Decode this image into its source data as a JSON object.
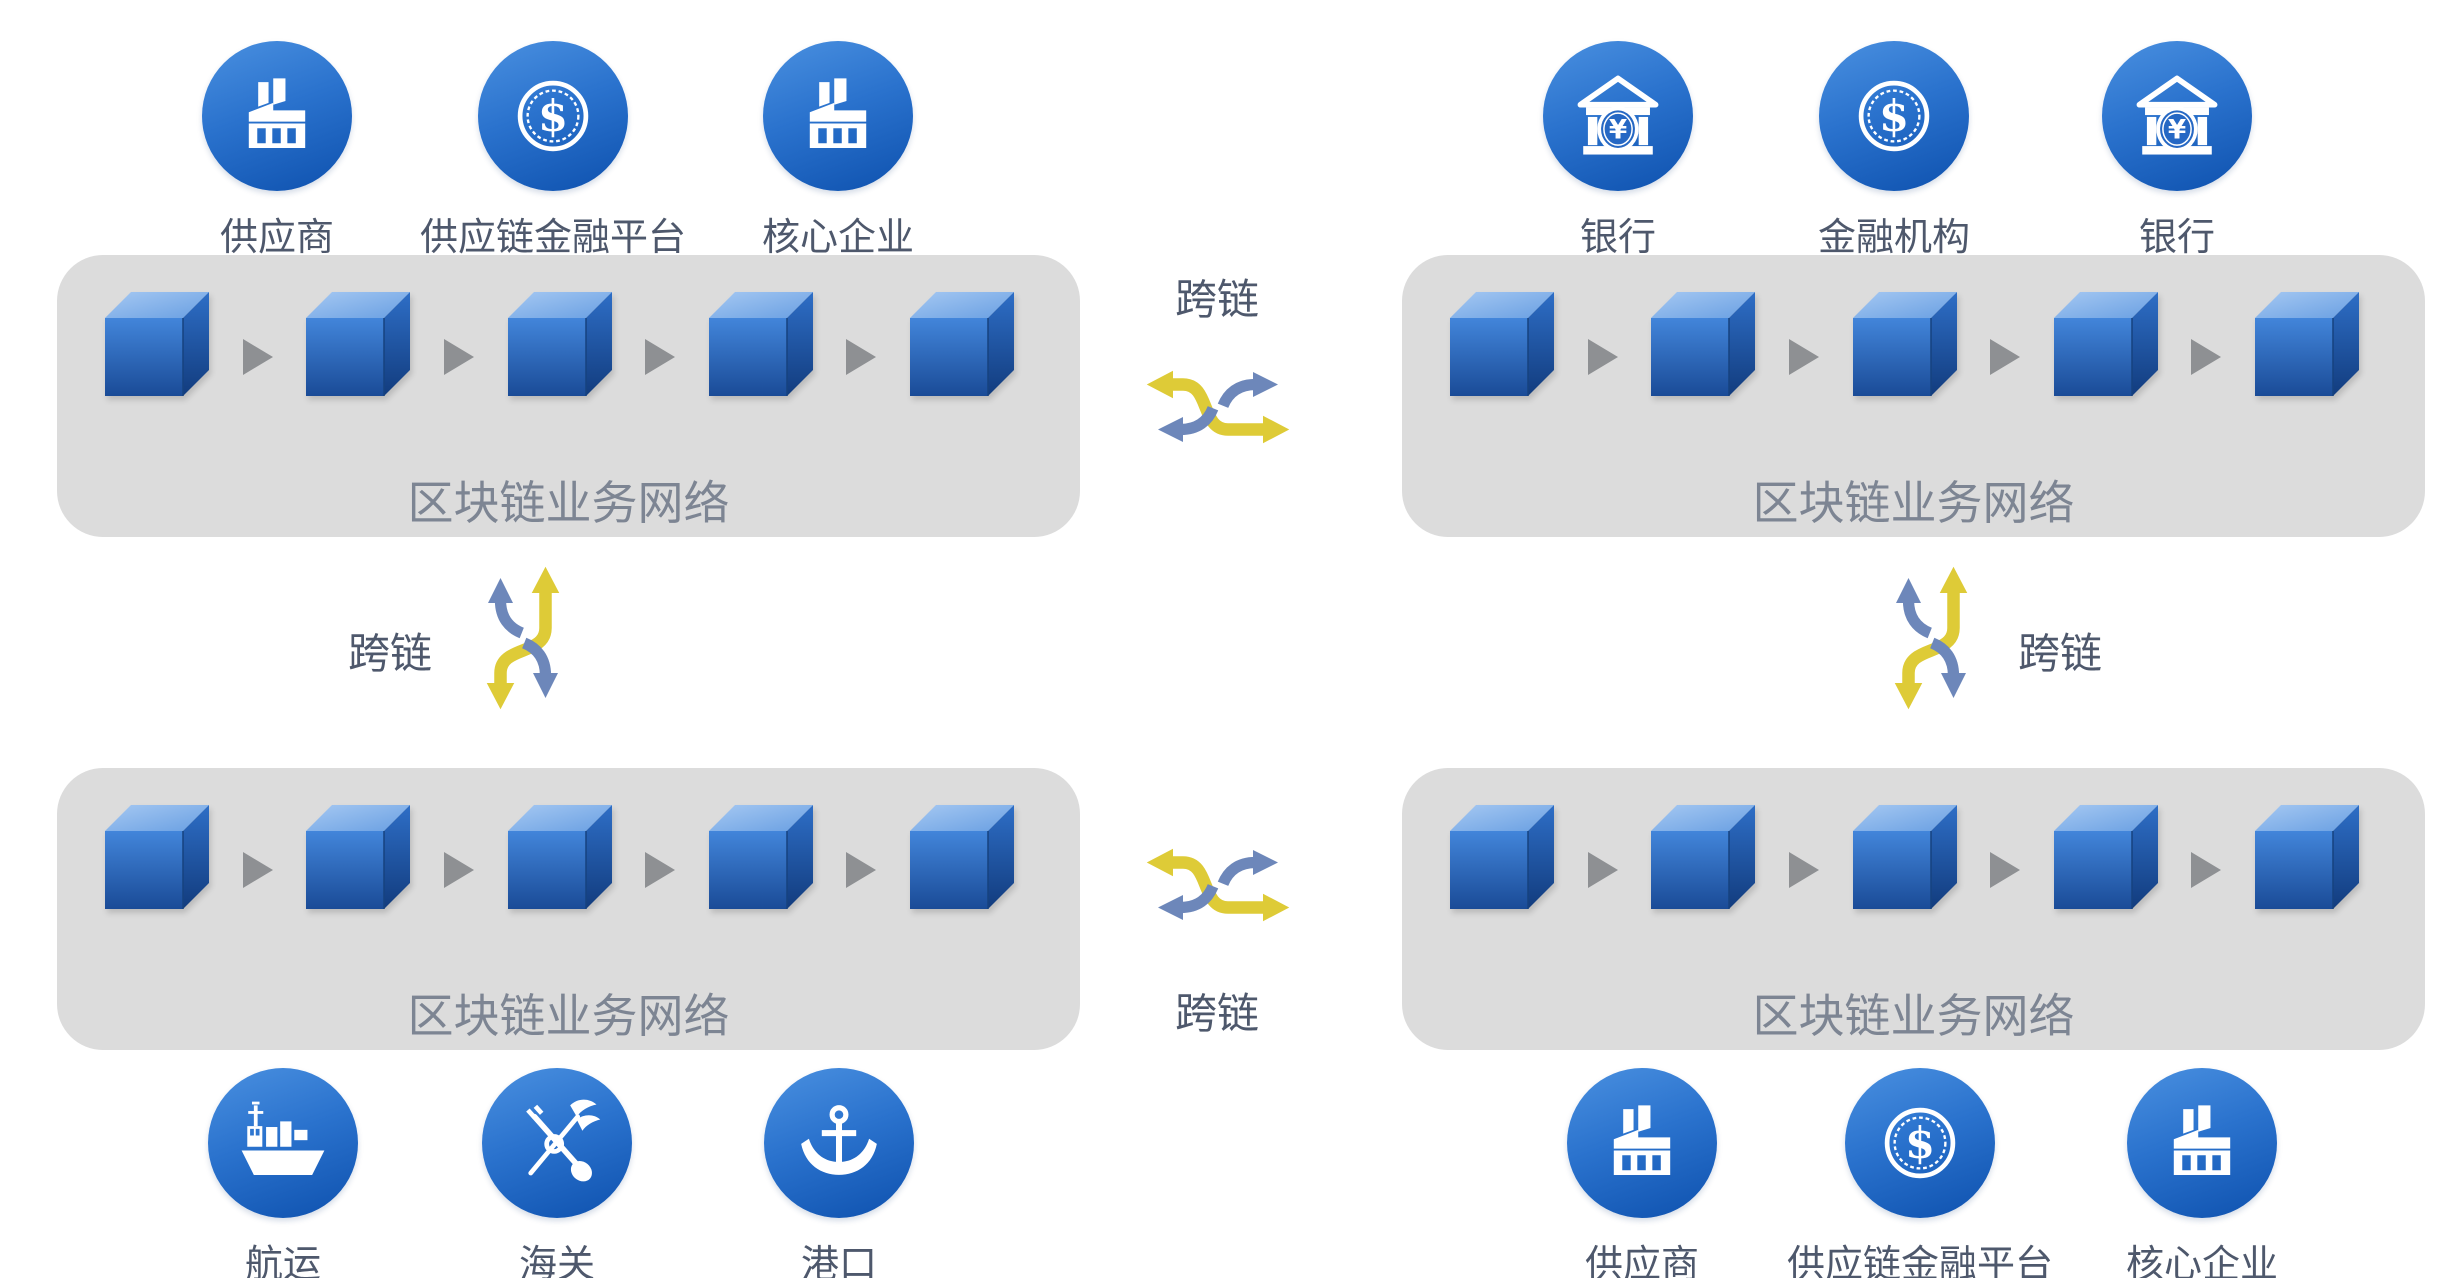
{
  "colors": {
    "network_box_bg": "#dcdcdc",
    "cube_front_blue_top": "#4285da",
    "cube_front_blue_bottom": "#1a4b97",
    "cube_top_blue": "#a5c8f2",
    "cube_side_blue": "#123c7e",
    "chain_arrow_gray": "#8e9093",
    "circle_blue_top": "#4a90e0",
    "circle_blue_bottom": "#0e51ae",
    "swap_yellow": "#decb37",
    "swap_blue": "#6d87ba",
    "network_label_color": "#7d8593",
    "text_color": "#4e586c"
  },
  "diagram": {
    "network_label": "区块链业务网络",
    "cross_chain_label": "跨链",
    "blocks_per_network": 5,
    "groups": {
      "top_left": {
        "items": [
          {
            "icon": "factory",
            "label": "供应商"
          },
          {
            "icon": "dollar-coin",
            "label": "供应链金融平台"
          },
          {
            "icon": "factory",
            "label": "核心企业"
          }
        ]
      },
      "top_right": {
        "items": [
          {
            "icon": "bank-yuan",
            "label": "银行"
          },
          {
            "icon": "dollar-coin",
            "label": "金融机构"
          },
          {
            "icon": "bank-yuan",
            "label": "银行"
          }
        ]
      },
      "bottom_left": {
        "items": [
          {
            "icon": "cargo-ship",
            "label": "航运"
          },
          {
            "icon": "customs-emblem",
            "label": "海关"
          },
          {
            "icon": "anchor",
            "label": "港口"
          }
        ]
      },
      "bottom_right": {
        "items": [
          {
            "icon": "factory",
            "label": "供应商"
          },
          {
            "icon": "dollar-coin",
            "label": "供应链金融平台"
          },
          {
            "icon": "factory",
            "label": "核心企业"
          }
        ]
      }
    }
  }
}
